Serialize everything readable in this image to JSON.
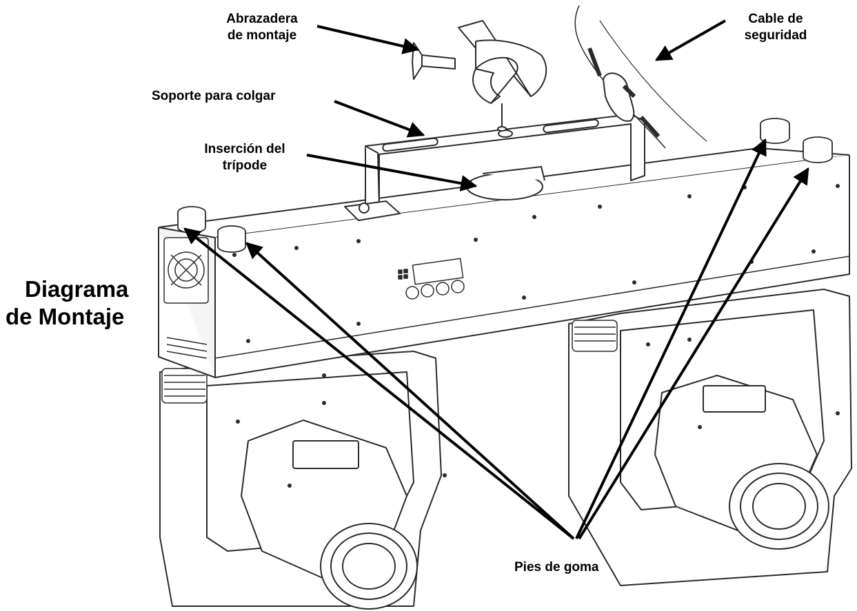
{
  "title": {
    "line1": "Diagrama",
    "line2": "de Montaje"
  },
  "labels": {
    "mounting_clamp": {
      "line1": "Abrazadera",
      "line2": "de montaje"
    },
    "safety_cable": {
      "line1": "Cable de",
      "line2": "seguridad"
    },
    "hanging_bracket": "Soporte para colgar",
    "tripod_insert": {
      "line1": "Inserción del",
      "line2": "trípode"
    },
    "rubber_feet": "Pies de goma"
  },
  "colors": {
    "line": "#000000",
    "fill": "#ffffff",
    "stroke": "#2a2a2a"
  }
}
